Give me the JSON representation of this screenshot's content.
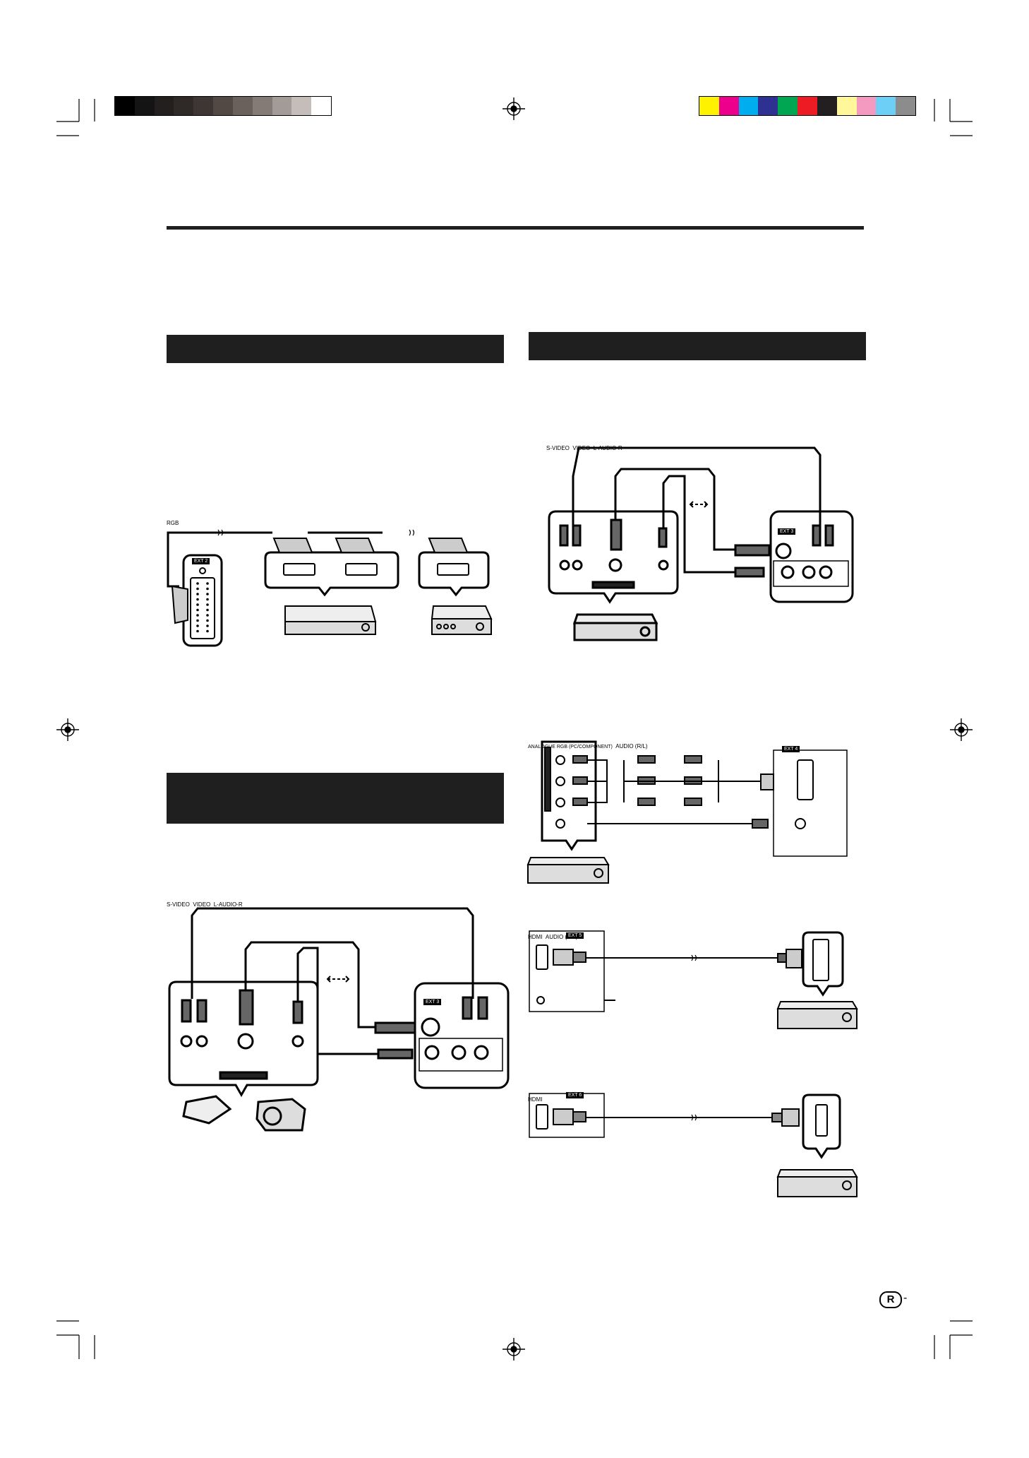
{
  "page": {
    "region_marker": "R",
    "page_suffix": "-"
  },
  "color_bar": {
    "grayscale": [
      "#000000",
      "#141414",
      "#231f1f",
      "#2f2a28",
      "#3d3634",
      "#524844",
      "#6b615c",
      "#857b76",
      "#a39b97",
      "#c4bdba",
      "#ffffff"
    ],
    "colors": [
      "#fff200",
      "#ec008c",
      "#00aeef",
      "#2e3192",
      "#00a651",
      "#ed1c24",
      "#231f20",
      "#fff799",
      "#f49ac1",
      "#6dcff6",
      "#8c8c8c"
    ]
  },
  "diagram_left_top": {
    "ext2_label": "EXT 2",
    "ext2_sub": "RGB"
  },
  "diagram_right_top": {
    "ext3_label": "EXT 3",
    "svideo_label": "S-VIDEO",
    "video_label": "VIDEO",
    "audio_label": "L-AUDIO-R"
  },
  "diagram_left_bottom": {
    "ext3_label": "EXT 3",
    "svideo_label": "S-VIDEO",
    "video_label": "VIDEO",
    "audio_label": "L-AUDIO-R"
  },
  "diagram_ext4": {
    "ext4_label": "EXT 4",
    "rgb_label": "ANALOGUE RGB (PC/COMPONENT)",
    "audio_label": "AUDIO (R/L)"
  },
  "diagram_ext5": {
    "ext5_label": "EXT 5",
    "hdmi_label": "HDMI",
    "audio_label": "AUDIO (R/L)"
  },
  "diagram_ext6": {
    "ext6_label": "EXT 6",
    "hdmi_label": "HDMI"
  }
}
